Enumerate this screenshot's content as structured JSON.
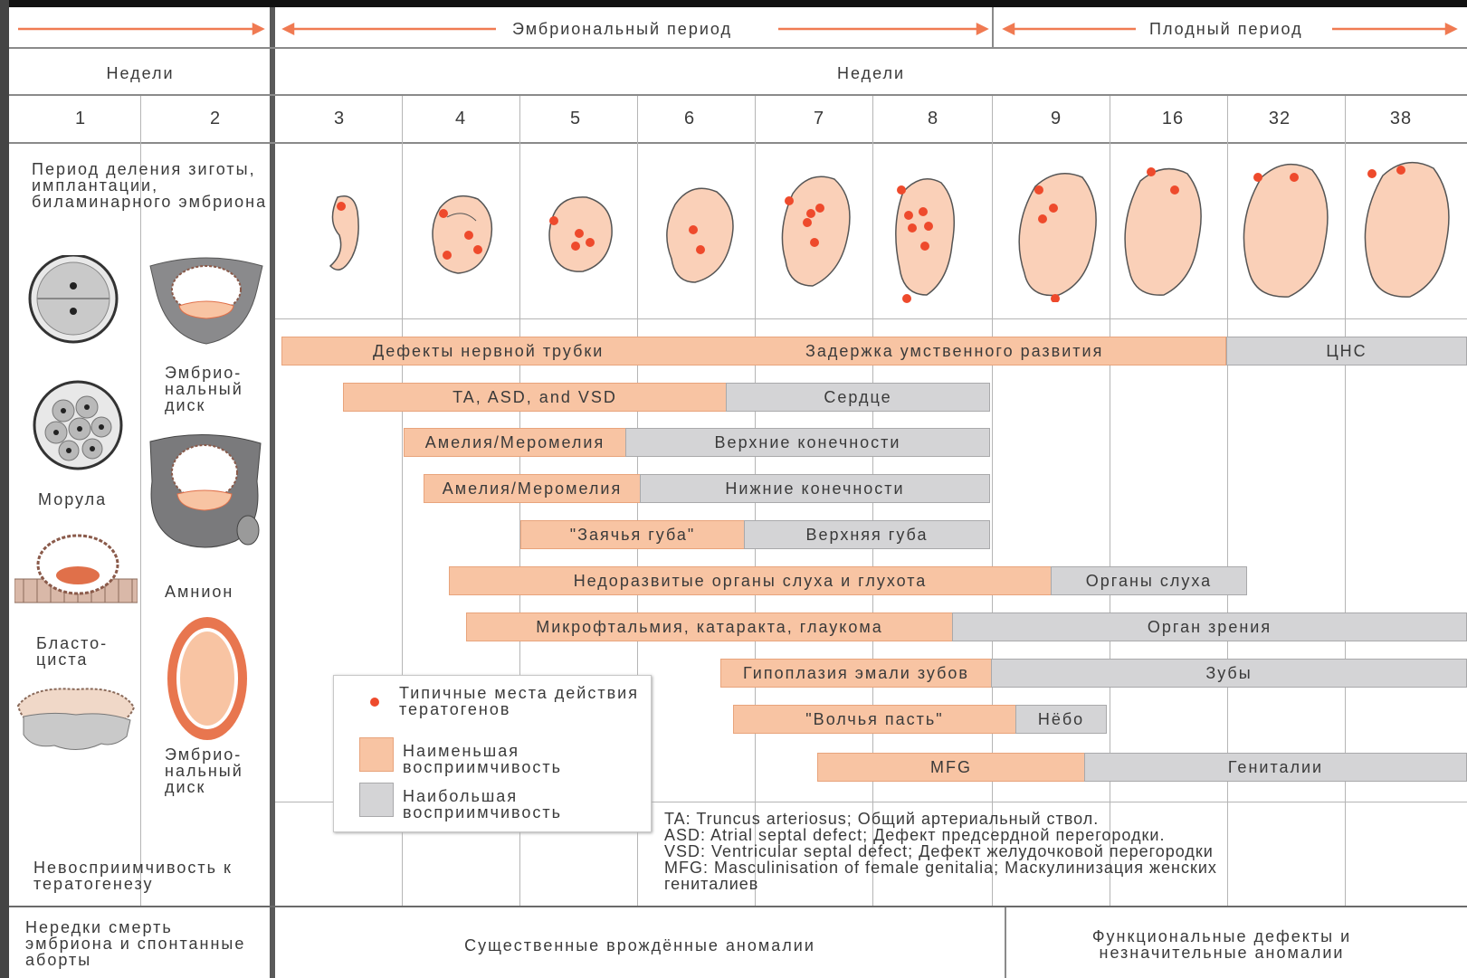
{
  "colors": {
    "accent_arrow": "#f07a52",
    "least_susceptibility": "#f8c4a3",
    "most_susceptibility": "#d4d4d6",
    "teratogen_dot": "#ee4a2c",
    "embryo_fill": "#fad0b8"
  },
  "header": {
    "embryonic_period": "Эмбриональный период",
    "fetal_period": "Плодный период",
    "weeks_left": "Недели",
    "weeks_right": "Недели"
  },
  "weeks": [
    "1",
    "2",
    "3",
    "4",
    "5",
    "6",
    "7",
    "8",
    "9",
    "16",
    "32",
    "38"
  ],
  "left_panel": {
    "period_title": "Период деления зиготы, имплантации, биламинарного эмбриона",
    "morula": "Морула",
    "blastocyst": "Бласто-циста",
    "embryonic_disc_1": "Эмбрио-нальный диск",
    "amnion": "Амнион",
    "embryonic_disc_2": "Эмбрио-нальный диск",
    "insusceptibility": "Невосприимчивость к тератогенезу"
  },
  "bars": [
    {
      "low": "Дефекты нервной трубки",
      "low2": "Задержка умственного развития",
      "high": "ЦНС"
    },
    {
      "low": "TA, ASD, and VSD",
      "high": "Сердце"
    },
    {
      "low": "Амелия/Меромелия",
      "high": "Верхние конечности"
    },
    {
      "low": "Амелия/Меромелия",
      "high": "Нижние конечности"
    },
    {
      "low": "\"Заячья губа\"",
      "high": "Верхняя губа"
    },
    {
      "low": "Недоразвитые органы слуха и глухота",
      "high": "Органы слуха"
    },
    {
      "low": "Микрофтальмия, катаракта, глаукома",
      "high": "Орган зрения"
    },
    {
      "low": "Гипоплазия эмали зубов",
      "high": "Зубы"
    },
    {
      "low": "\"Волчья пасть\"",
      "high": "Нёбо"
    },
    {
      "low": "MFG",
      "high": "Гениталии"
    }
  ],
  "legend": {
    "dots": "Типичные места действия тератогенов",
    "least": "Наименьшая восприимчивость",
    "most": "Наибольшая восприимчивость"
  },
  "notes": [
    "TA: Truncus arteriosus; Общий артериальный ствол.",
    "ASD: Atrial septal defect; Дефект предсердной перегородки.",
    "VSD: Ventricular septal defect; Дефект желудочковой перегородки",
    "MFG: Masculinisation of female genitalia; Маскулинизация женских",
    "гениталиев"
  ],
  "footer": {
    "left": "Нередки смерть эмбриона и спонтанные аборты",
    "middle": "Существенные врождённые аномалии",
    "right": "Функциональные дефекты и незначительные аномалии"
  }
}
